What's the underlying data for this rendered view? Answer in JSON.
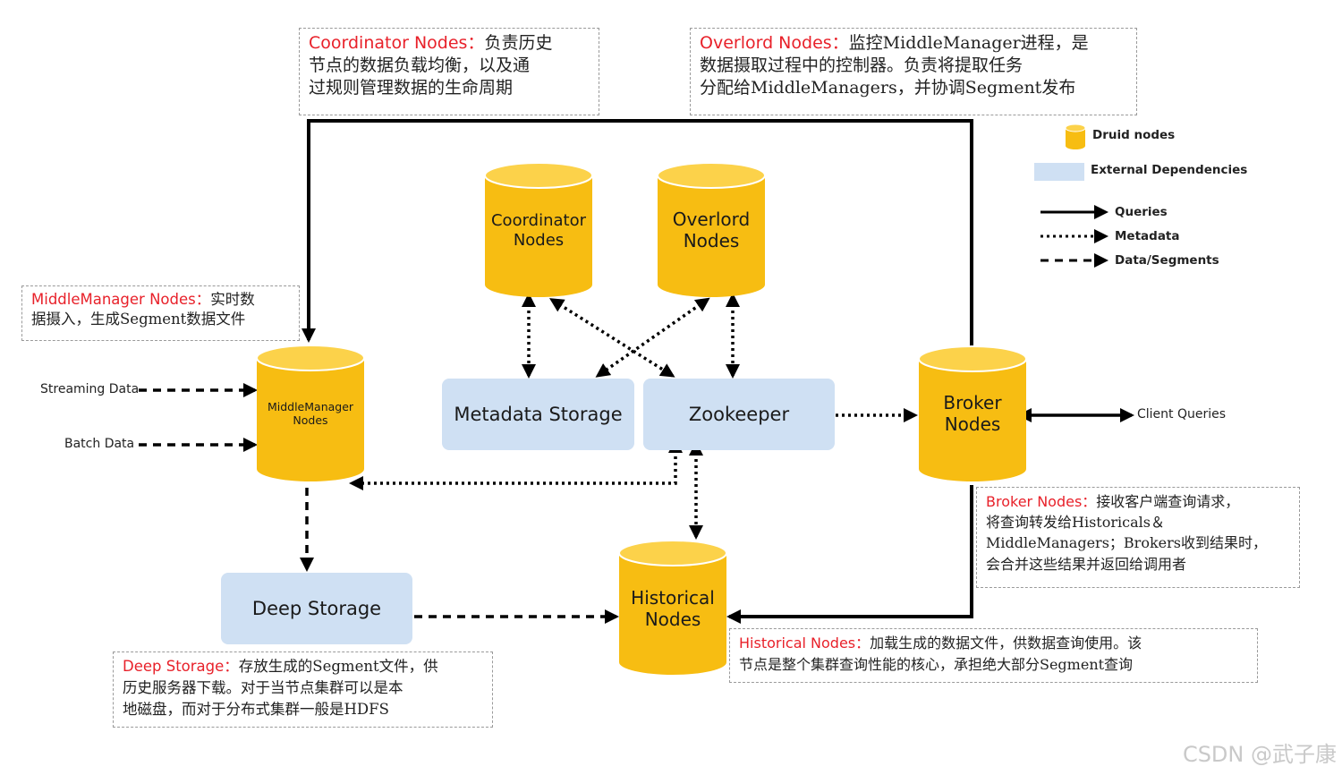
{
  "notes": {
    "coordinator": {
      "label": "Coordinator Nodes：",
      "lines": [
        "负责历史",
        "节点的数据负载均衡，以及通",
        "过规则管理数据的生命周期"
      ]
    },
    "overlord": {
      "label": "Overlord Nodes：",
      "lines": [
        "监控MiddleManager进程，是",
        "数据摄取过程中的控制器。负责将提取任务",
        "分配给MiddleManagers，并协调Segment发布"
      ]
    },
    "middlemanager": {
      "label": "MiddleManager Nodes：",
      "lines": [
        "实时数",
        "据摄入，生成Segment数据文件"
      ]
    },
    "broker": {
      "label": "Broker Nodes：",
      "lines": [
        "接收客户端查询请求，",
        "将查询转发给Historicals＆",
        "MiddleManagers；Brokers收到结果时，",
        "会合并这些结果并返回给调用者"
      ]
    },
    "historical": {
      "label": "Historical Nodes：",
      "lines": [
        "加载生成的数据文件，供数据查询使用。该",
        "节点是整个集群查询性能的核心，承担绝大部分Segment查询"
      ]
    },
    "deepstorage": {
      "label": "Deep Storage：",
      "lines": [
        "存放生成的Segment文件，供",
        "历史服务器下载。对于当节点集群可以是本",
        "地磁盘，而对于分布式集群一般是HDFS"
      ]
    }
  },
  "nodes": {
    "coordinator": [
      "Coordinator",
      "Nodes"
    ],
    "overlord": [
      "Overlord",
      "Nodes"
    ],
    "middlemanager": [
      "MiddleManager",
      "Nodes"
    ],
    "broker": [
      "Broker",
      "Nodes"
    ],
    "historical": [
      "Historical",
      "Nodes"
    ]
  },
  "boxes": {
    "metadata_storage": "Metadata Storage",
    "zookeeper": "Zookeeper",
    "deep_storage": "Deep Storage"
  },
  "inputs": {
    "streaming": "Streaming Data",
    "batch": "Batch Data",
    "client": "Client Queries"
  },
  "legend": {
    "druid_nodes": "Druid nodes",
    "external": "External Dependencies",
    "queries": "Queries",
    "metadata": "Metadata",
    "data_segments": "Data/Segments"
  },
  "colors": {
    "node_fill": "#f7bd12",
    "node_top": "#fcd24a",
    "box_fill": "#cfe0f3",
    "note_label": "#e8212a",
    "line": "#000000"
  },
  "watermark": "CSDN @武子康"
}
